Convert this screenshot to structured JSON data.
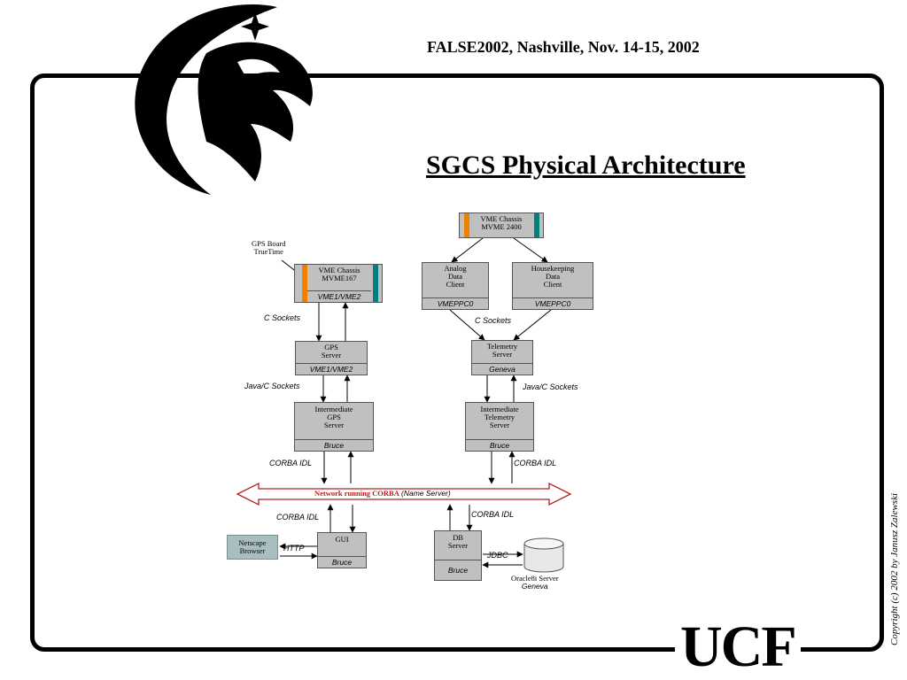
{
  "header": {
    "event": "FALSE2002, Nashville,  Nov. 14-15, 2002",
    "title": "SGCS Physical Architecture"
  },
  "footer": {
    "brand": "UCF",
    "copyright": "Copyright (c) 2002 by Janusz Zalewski"
  },
  "colors": {
    "box_fill": "#c0c0c0",
    "orange_bar": "#f08000",
    "teal_bar": "#008080",
    "network_red": "#b22222",
    "browser_fill": "#a9bfbf"
  },
  "diagram": {
    "vme_left": {
      "line1": "VME Chassis",
      "line2": "MVME167",
      "platform": "VME1/VME2"
    },
    "gps_board": {
      "line1": "GPS Board",
      "line2": "TrueTime"
    },
    "vme_right": {
      "line1": "VME Chassis",
      "line2": "MVME 2400"
    },
    "analog_client": {
      "line1": "Analog",
      "line2": "Data",
      "line3": "Client",
      "platform": "VMEPPC0"
    },
    "housekeeping_client": {
      "line1": "Housekeeping",
      "line2": "Data",
      "line3": "Client",
      "platform": "VMEPPC0"
    },
    "gps_server": {
      "line1": "GPS",
      "line2": "Server",
      "platform": "VME1/VME2"
    },
    "telemetry_server": {
      "line1": "Telemetry",
      "line2": "Server",
      "platform": "Geneva"
    },
    "int_gps_server": {
      "line1": "Intermediate",
      "line2": "GPS",
      "line3": "Server",
      "platform": "Bruce"
    },
    "int_tel_server": {
      "line1": "Intermediate",
      "line2": "Telemetry",
      "line3": "Server",
      "platform": "Bruce"
    },
    "gui": {
      "line1": "GUI",
      "platform": "Bruce"
    },
    "db_server": {
      "line1": "DB",
      "line2": "Server",
      "platform": "Bruce"
    },
    "browser": {
      "line1": "Netscape",
      "line2": "Browser"
    },
    "oracle": {
      "line1": "Oracle8i Server",
      "line2": "Geneva"
    },
    "network": {
      "bold": "Network running CORBA",
      "italic": "(Name Server)"
    },
    "labels": {
      "c_sockets_left": "C Sockets",
      "c_sockets_right": "C Sockets",
      "java_left": "Java/C Sockets",
      "java_right": "Java/C Sockets",
      "corba_left": "CORBA IDL",
      "corba_right": "CORBA IDL",
      "corba_gui": "CORBA IDL",
      "corba_db": "CORBA IDL",
      "http": "HTTP",
      "jdbc": "JDBC"
    }
  }
}
